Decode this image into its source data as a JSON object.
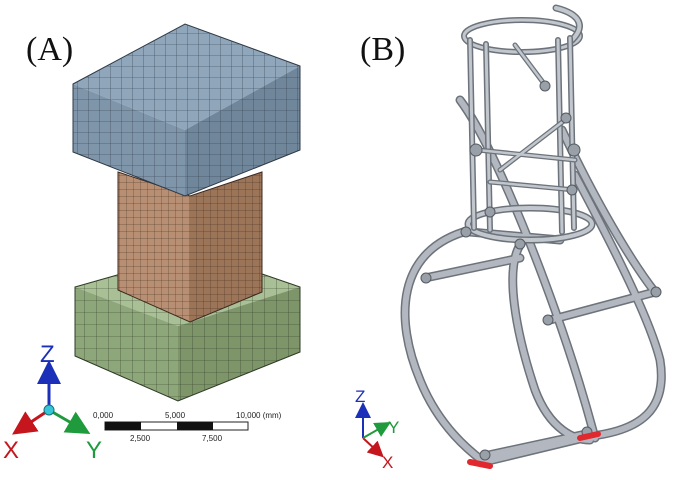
{
  "panel_a": {
    "label": "(A)",
    "axes": {
      "z": "Z",
      "x": "X",
      "y": "Y"
    },
    "scale_bar": {
      "top_ticks": [
        "0,000",
        "5,000",
        "10,000 (mm)"
      ],
      "bottom_ticks": [
        "2,500",
        "7,500"
      ]
    }
  },
  "panel_b": {
    "label": "(B)",
    "axes": {
      "z": "Z",
      "x": "X",
      "y": "Y"
    }
  },
  "colors": {
    "top_block": "#7f95aa",
    "column": "#a88166",
    "base_block": "#8ea77a",
    "frame": "#b3b8c0",
    "frame_edge": "#6d737b",
    "contact_marks": "#e0282e",
    "axis_z": "#1c2fb8",
    "axis_x": "#c4161c",
    "axis_y": "#1f9a3c"
  }
}
